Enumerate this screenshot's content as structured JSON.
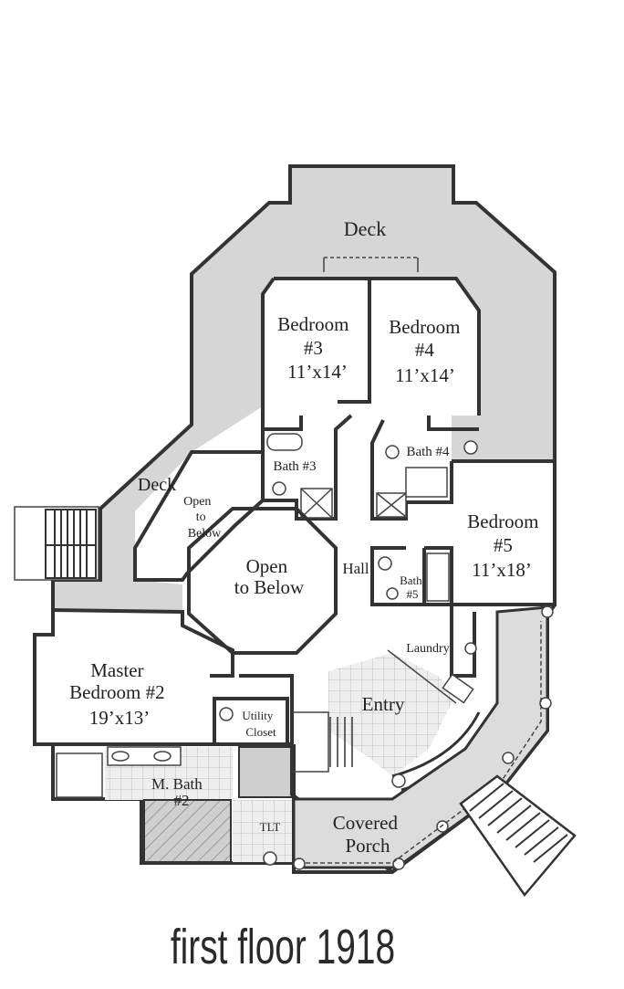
{
  "plan": {
    "caption": "first floor 1918",
    "rooms": {
      "deck_top": "Deck",
      "deck_left": "Deck",
      "bedroom3": [
        "Bedroom",
        "#3",
        "11’x14’"
      ],
      "bedroom4": [
        "Bedroom",
        "#4",
        "11’x14’"
      ],
      "bath3": "Bath #3",
      "bath4": "Bath #4",
      "open_small": [
        "Open",
        "to",
        "Below"
      ],
      "open_large": [
        "Open",
        "to Below"
      ],
      "bedroom5": [
        "Bedroom",
        "#5",
        "11’x18’"
      ],
      "hall": "Hall",
      "bath5": [
        "Bath",
        "#5"
      ],
      "master": [
        "Master",
        "Bedroom #2",
        "19’x13’"
      ],
      "laundry": "Laundry",
      "entry": "Entry",
      "utility": [
        "Utility",
        "Closet"
      ],
      "mbath": [
        "M. Bath",
        "#2"
      ],
      "tlt": "TLT",
      "porch": [
        "Covered",
        "Porch"
      ]
    },
    "colors": {
      "walls": "#333333",
      "deck_fill": "#d6d6d6",
      "background": "#ffffff"
    }
  }
}
